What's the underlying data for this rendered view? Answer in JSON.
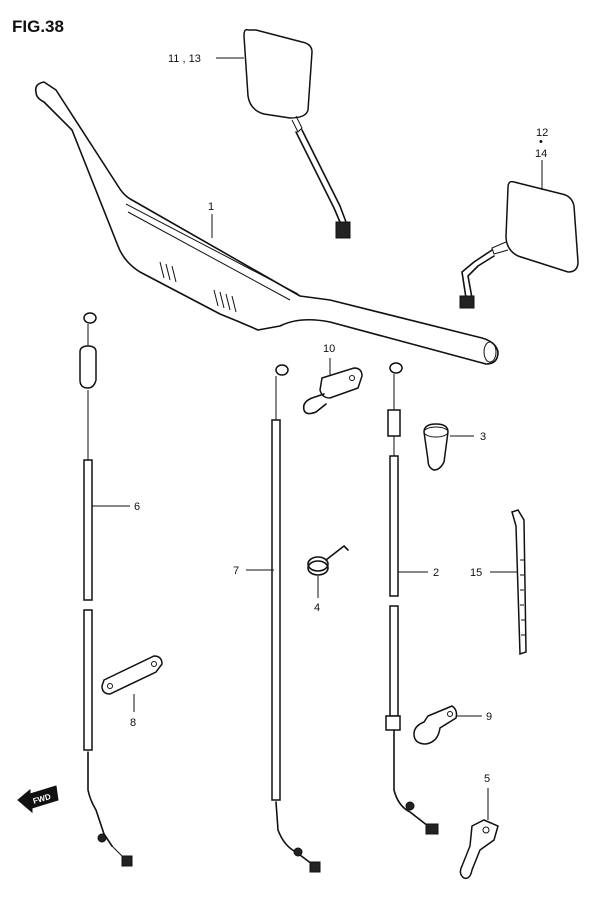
{
  "figure": {
    "title": "FIG.38"
  },
  "callouts": {
    "c1": "1",
    "c2": "2",
    "c3": "3",
    "c4": "4",
    "c5": "5",
    "c6": "6",
    "c7": "7",
    "c8": "8",
    "c9": "9",
    "c10": "10",
    "c11_13": "11 , 13",
    "c12": "12",
    "c12_dot": "•",
    "c14": "14",
    "c15": "15"
  },
  "direction_marker": {
    "label": "FWD",
    "icon": "forward-arrow-icon"
  }
}
